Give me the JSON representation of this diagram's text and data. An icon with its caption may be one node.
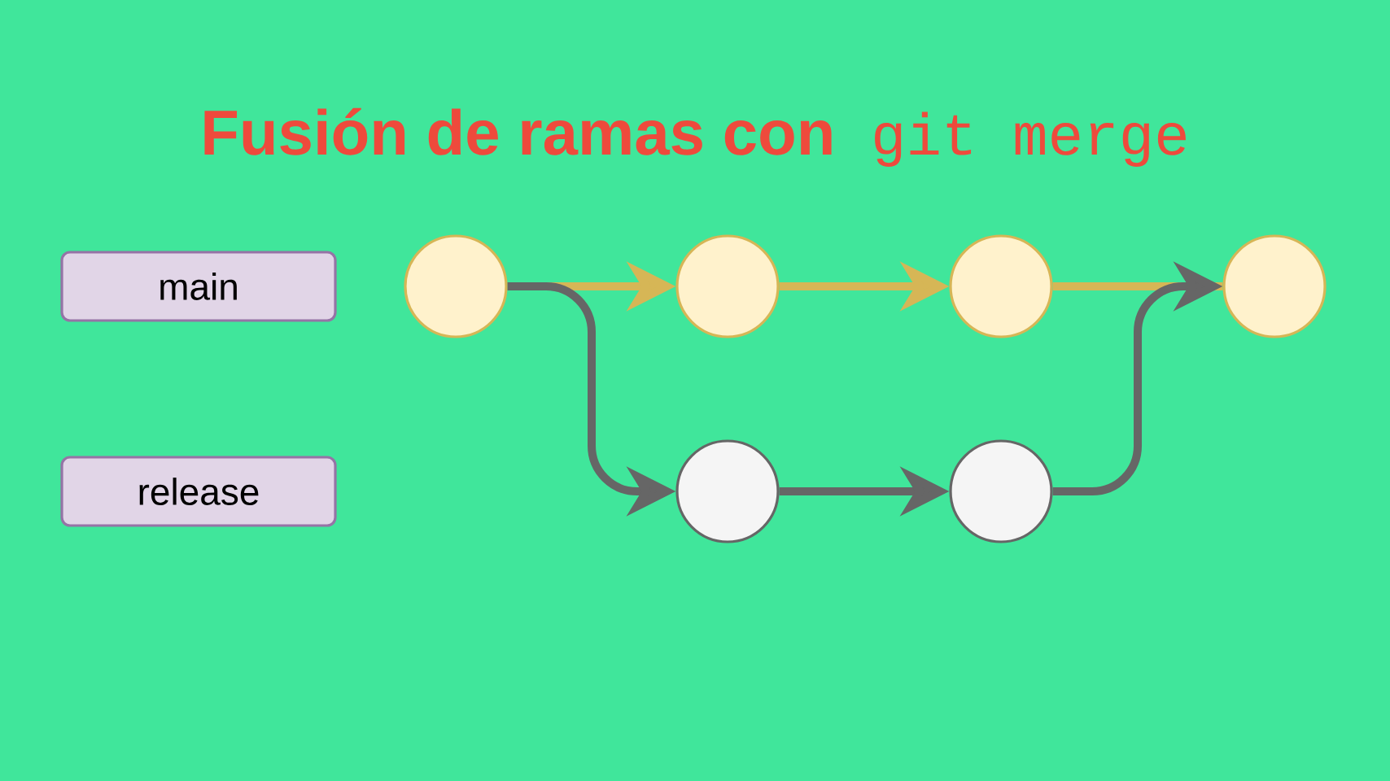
{
  "diagram": {
    "title": "**Fusión de ramas con** git merge",
    "nodes": [
      {
        "text": [
          "main"
        ]
      },
      {
        "text": [
          "release"
        ]
      },
      {
        "text": [],
        "shape": "circle"
      },
      {
        "text": [],
        "shape": "circle"
      },
      {
        "text": [],
        "shape": "circle"
      },
      {
        "text": [],
        "shape": "circle"
      },
      {
        "text": [],
        "shape": "circle"
      },
      {
        "text": [],
        "shape": "circle"
      }
    ],
    "edges": [
      {
        "from": 2,
        "to": 3,
        "arrow": "to"
      },
      {
        "from": 3,
        "to": 4,
        "arrow": "to"
      },
      {
        "from": 4,
        "to": 5,
        "arrow": "none"
      },
      {
        "from": 2,
        "to": 6,
        "arrow": "to",
        "color": "#666666"
      },
      {
        "from": 6,
        "to": 7,
        "arrow": "to",
        "color": "#666666"
      },
      {
        "from": 7,
        "to": 5,
        "arrow": "to",
        "color": "#666666"
      }
    ]
  }
}
